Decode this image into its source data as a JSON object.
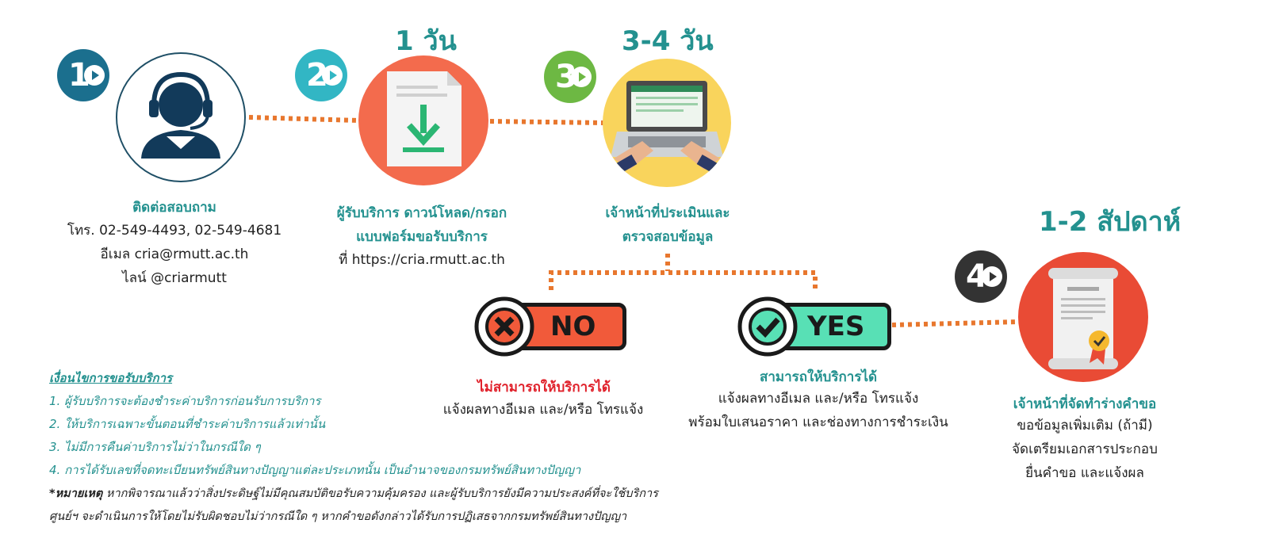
{
  "steps": [
    {
      "number": "1",
      "title": "ติดต่อสอบถาม",
      "lines": [
        "โทร. 02-549-4493, 02-549-4681",
        "อีเมล  cria@rmutt.ac.th",
        "ไลน์ @criarmutt"
      ],
      "icon": "headset-agent-icon",
      "color": "#1b6f8e"
    },
    {
      "number": "2",
      "duration": "1 วัน",
      "title_lines": [
        "ผู้รับบริการ ดาวน์โหลด/กรอก",
        "แบบฟอร์มขอรับบริการ"
      ],
      "lines": [
        "ที่ https://cria.rmutt.ac.th"
      ],
      "icon": "download-document-icon",
      "color": "#32b6c4"
    },
    {
      "number": "3",
      "duration": "3-4 วัน",
      "title_lines": [
        "เจ้าหน้าที่ประเมินและ",
        "ตรวจสอบข้อมูล"
      ],
      "icon": "laptop-typing-icon",
      "color": "#6db843"
    },
    {
      "number": "4",
      "duration": "1-2 สัปดาห์",
      "title": "เจ้าหน้าที่จัดทำร่างคำขอ",
      "lines": [
        "ขอข้อมูลเพิ่มเติม (ถ้ามี)",
        "จัดเตรียมเอกสารประกอบ",
        "ยื่นคำขอ และแจ้งผล"
      ],
      "icon": "certificate-scroll-icon",
      "color": "#333333"
    }
  ],
  "outcomes": {
    "no": {
      "label": "NO",
      "title": "ไม่สามารถให้บริการได้",
      "lines": [
        "แจ้งผลทางอีเมล และ/หรือ โทรแจ้ง"
      ],
      "color": "#f15a3a"
    },
    "yes": {
      "label": "YES",
      "title": "สามารถให้บริการได้",
      "lines": [
        "แจ้งผลทางอีเมล และ/หรือ โทรแจ้ง",
        "พร้อมใบเสนอราคา และช่องทางการชำระเงิน"
      ],
      "color": "#58e0b5"
    }
  },
  "conditions": {
    "heading": "เงื่อนไขการขอรับบริการ",
    "items": [
      "1. ผู้รับบริการจะต้องชำระค่าบริการก่อนรับการบริการ",
      "2. ให้บริการเฉพาะขั้นตอนที่ชำระค่าบริการแล้วเท่านั้น",
      "3. ไม่มีการคืนค่าบริการไม่ว่าในกรณีใด ๆ",
      "4. การได้รับเลขที่จดทะเบียนทรัพย์สินทางปัญญาแต่ละประเภทนั้น เป็นอำนาจของกรมทรัพย์สินทางปัญญา"
    ],
    "note_label": "*หมายเหตุ",
    "note_lines": [
      "หากพิจารณาแล้วว่าสิ่งประดิษฐ์ไม่มีคุณสมบัติขอรับความคุ้มครอง และผู้รับบริการยังมีความประสงค์ที่จะใช้บริการ",
      "ศูนย์ฯ จะดำเนินการให้โดยไม่รับผิดชอบไม่ว่ากรณีใด ๆ หากคำขอดังกล่าวได้รับการปฏิเสธจากกรมทรัพย์สินทางปัญญา"
    ]
  },
  "colors": {
    "teal": "#23918f",
    "connector": "#e8772e",
    "step2_circle": "#f36b4d",
    "step3_circle": "#f9d45c",
    "step4_circle": "#e94b35"
  }
}
